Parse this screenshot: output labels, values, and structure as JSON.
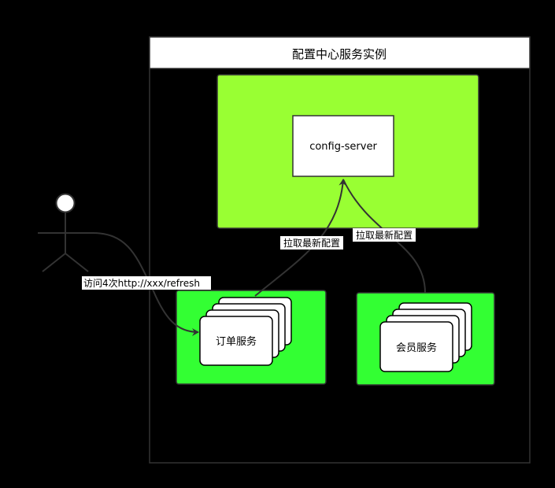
{
  "container": {
    "title": "配置中心服务实例"
  },
  "server": {
    "label": "config-server"
  },
  "services": {
    "order": {
      "label": "订单服务"
    },
    "member": {
      "label": "会员服务"
    }
  },
  "edges": {
    "order_pull": {
      "label": "拉取最新配置"
    },
    "member_pull": {
      "label": "拉取最新配置"
    },
    "actor_refresh": {
      "label": "访问4次http://xxx/refresh"
    }
  },
  "colors": {
    "background": "#000000",
    "server_zone": "#99ff33",
    "service_zone": "#33ff33",
    "node_fill": "#ffffff",
    "stroke": "#333333"
  }
}
